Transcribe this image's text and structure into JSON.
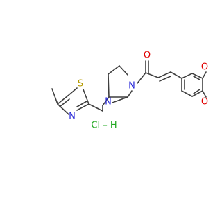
{
  "molecule": {
    "atoms": {
      "thiazole_sulfur": "S",
      "thiazole_nitrogen": "N",
      "piperazine_nitrogen_left": "N",
      "piperazine_nitrogen_right": "N",
      "carbonyl_oxygen": "O",
      "dioxole_oxygen_upper": "O",
      "dioxole_oxygen_lower": "O"
    },
    "salt_label": "Cl – H"
  },
  "colors": {
    "bond": "#3f3f3f",
    "sulfur": "#b59a00",
    "nitrogen": "#2828d8",
    "oxygen": "#e00000",
    "chlorine": "#22a822",
    "hydrogen": "#333333"
  }
}
